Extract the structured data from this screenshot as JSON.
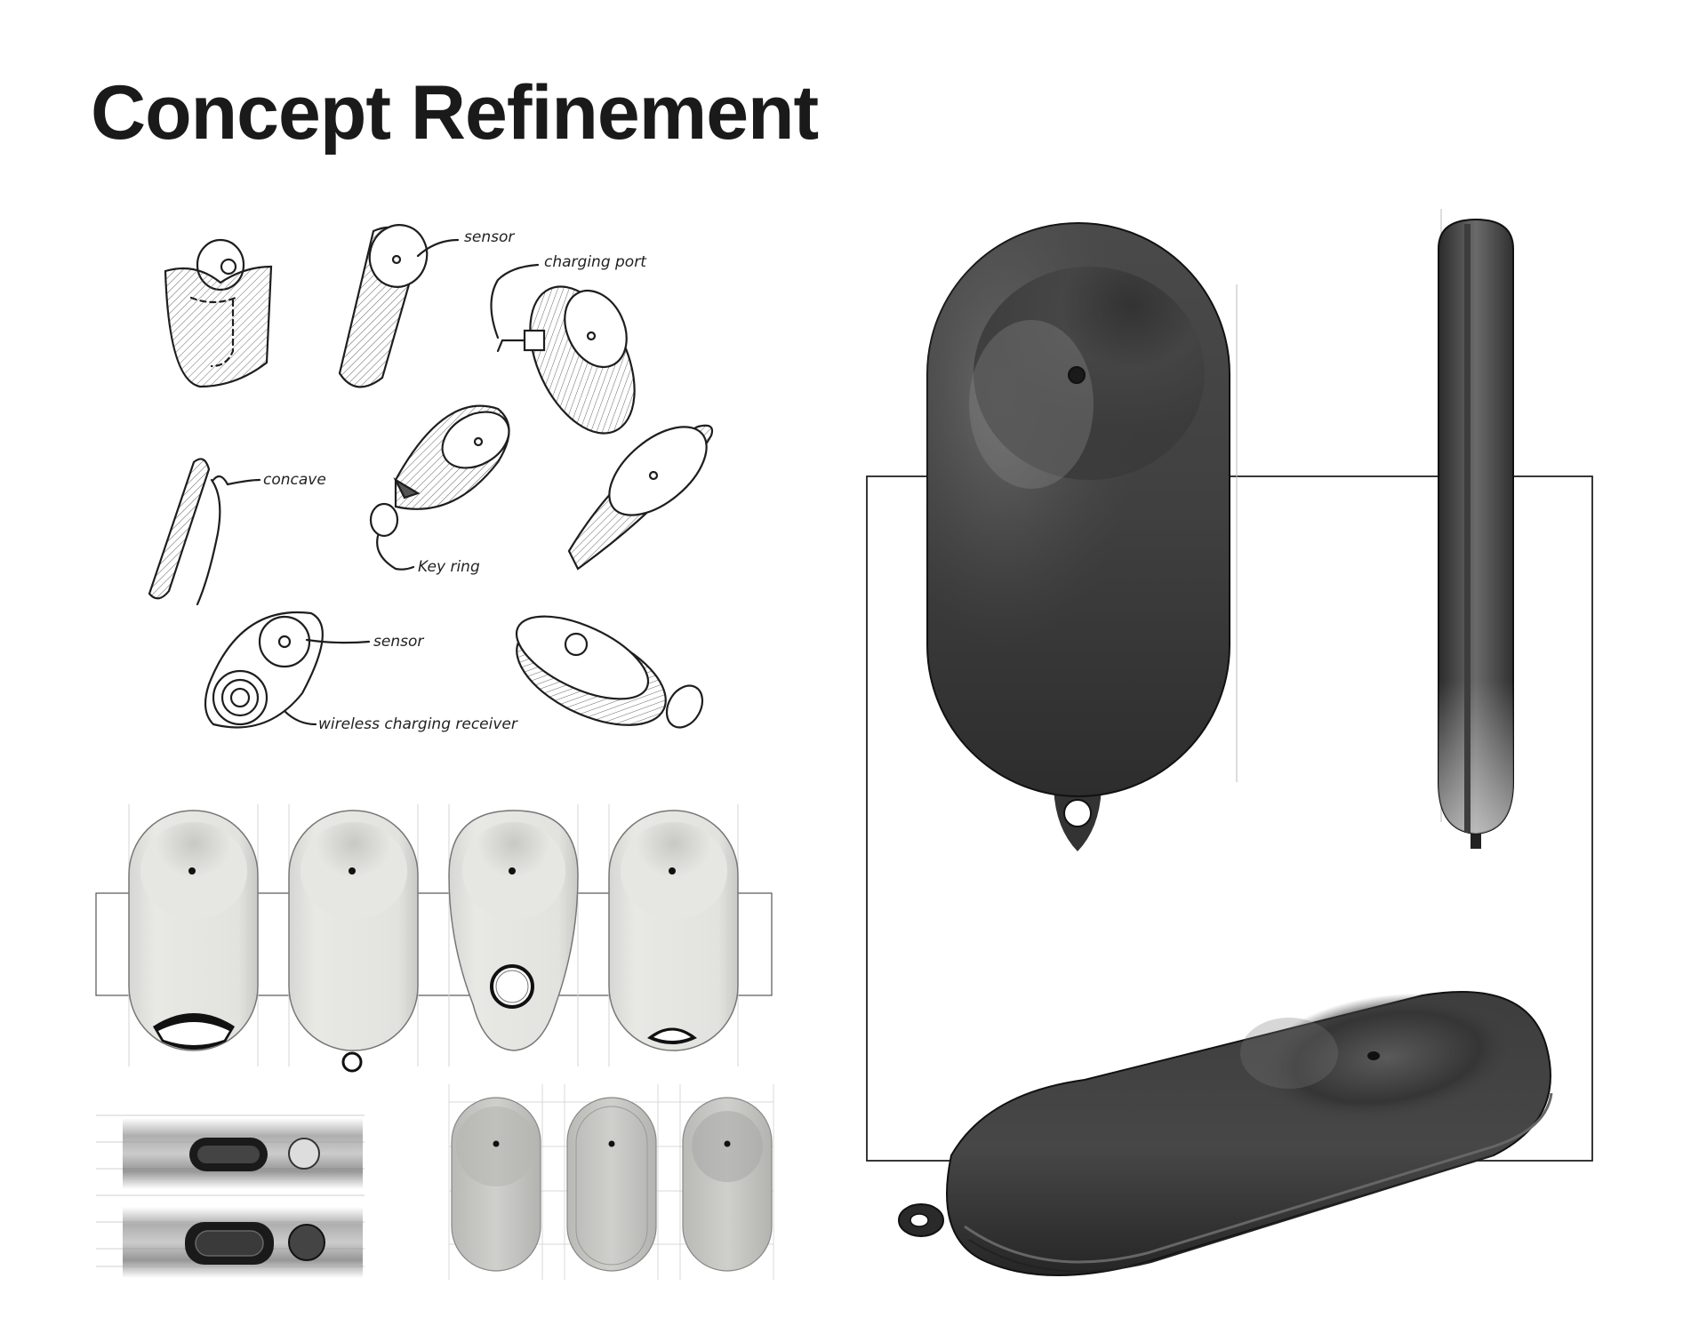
{
  "page": {
    "title": "Concept Refinement"
  },
  "sketch_labels": {
    "sensor_top": "sensor",
    "charging_port": "charging port",
    "concave": "concave",
    "key_ring": "Key ring",
    "sensor_bottom": "sensor",
    "wireless": "wireless charging receiver"
  },
  "colors": {
    "render_dark": "#3b3b3b",
    "render_light": "#e4e4e0",
    "ink": "#1e1e1e",
    "guide_line": "#bdbdbd"
  }
}
